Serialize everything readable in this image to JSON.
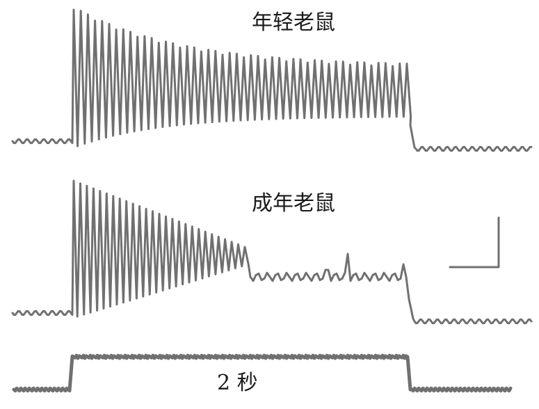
{
  "labels": {
    "young": "年轻老鼠",
    "adult": "成年老鼠",
    "duration": "2 秒"
  },
  "colors": {
    "trace": "#707070",
    "text": "#1a1a1a"
  }
}
